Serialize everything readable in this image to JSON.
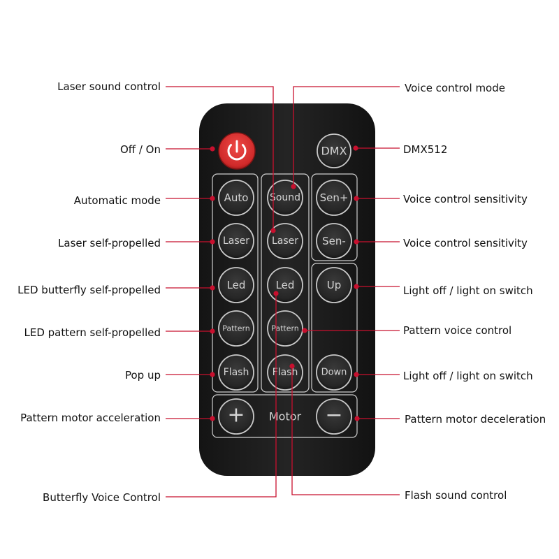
{
  "labels_left": [
    {
      "key": "laser_sound",
      "text": "Laser sound control"
    },
    {
      "key": "power",
      "text": "Off / On"
    },
    {
      "key": "auto",
      "text": "Automatic mode"
    },
    {
      "key": "laser_self",
      "text": "Laser self-propelled"
    },
    {
      "key": "led_self",
      "text": "LED butterfly self-propelled"
    },
    {
      "key": "pattern_self",
      "text": "LED pattern self-propelled"
    },
    {
      "key": "flash_self",
      "text": "Pop up"
    },
    {
      "key": "motor_plus",
      "text": "Pattern motor acceleration"
    },
    {
      "key": "butterfly_voice",
      "text": "Butterfly Voice Control"
    }
  ],
  "labels_right": [
    {
      "key": "voice_mode",
      "text": "Voice control mode"
    },
    {
      "key": "dmx",
      "text": "DMX512"
    },
    {
      "key": "sen_plus",
      "text": "Voice control sensitivity"
    },
    {
      "key": "sen_minus",
      "text": "Voice control sensitivity"
    },
    {
      "key": "up",
      "text": "Light off / light on switch"
    },
    {
      "key": "pattern_voice",
      "text": "Pattern voice control"
    },
    {
      "key": "down",
      "text": "Light off / light on switch"
    },
    {
      "key": "motor_minus",
      "text": "Pattern motor deceleration"
    },
    {
      "key": "flash_sound",
      "text": "Flash sound control"
    }
  ],
  "buttons": {
    "power": "power-icon",
    "dmx": "DMX",
    "auto": "Auto",
    "sound": "Sound",
    "sen_plus": "Sen+",
    "laser_left": "Laser",
    "laser_mid": "Laser",
    "sen_minus": "Sen-",
    "led_left": "Led",
    "led_mid": "Led",
    "up": "Up",
    "pattern_left": "Pattern",
    "pattern_mid": "Pattern",
    "flash_left": "Flash",
    "flash_mid": "Flash",
    "down": "Down",
    "plus": "+",
    "motor": "Motor",
    "minus": "−"
  },
  "colors": {
    "leader_line": "#c8102e",
    "power_button": "#d6282b",
    "remote_body": "#1c1c1c",
    "button_face": "#2a2a2a"
  }
}
